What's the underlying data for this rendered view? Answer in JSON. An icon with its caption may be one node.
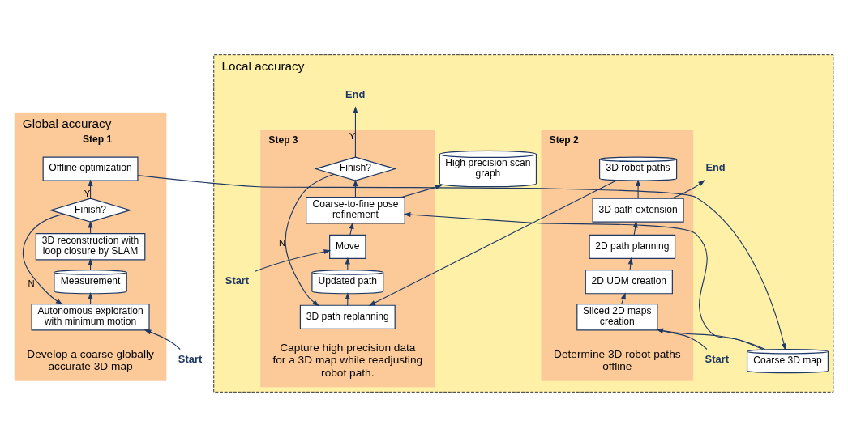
{
  "diagram": {
    "nodes": [
      {
        "text": [
          "Global accuracy",
          "Step 1"
        ],
        "beside": [
          "Develop a coarse globally accurate 3D map"
        ]
      },
      {
        "text": [
          "Offline optimization"
        ],
        "in": 0
      },
      {
        "text": [
          "Finish?"
        ],
        "in": 0
      },
      {
        "text": [
          "3D reconstruction with loop closure by SLAM"
        ],
        "in": 0
      },
      {
        "text": [
          "Measurement"
        ],
        "in": 0
      },
      {
        "text": [
          "Autonomous exploration with minimum motion"
        ],
        "in": 0
      },
      {
        "text": [
          "Start"
        ]
      },
      {
        "text": [
          "Local accuracy"
        ]
      },
      {
        "text": [
          "Coarse 3D map"
        ],
        "in": 7
      },
      {
        "text": [
          "High precision scan graph"
        ],
        "in": 7
      },
      {
        "text": [
          "End"
        ],
        "in": 7
      },
      {
        "text": [
          "Step 2"
        ],
        "in": 7,
        "beside": [
          "Determine 3D robot paths offline"
        ]
      },
      {
        "text": [
          "Start"
        ],
        "in": 7
      },
      {
        "text": [
          "Sliced 2D maps creation"
        ],
        "in": 11
      },
      {
        "text": [
          "2D UDM creation"
        ],
        "in": 11
      },
      {
        "text": [
          "2D path planning"
        ],
        "in": 11
      },
      {
        "text": [
          "3D path extension"
        ],
        "in": 11
      },
      {
        "text": [
          "3D robot paths"
        ],
        "in": 11
      },
      {
        "text": [
          "End"
        ],
        "in": 7
      },
      {
        "text": [
          "Step 3"
        ],
        "in": 7,
        "beside": [
          "Capture high precision data for a 3D map while readjusting robot path."
        ]
      },
      {
        "text": [
          "Coarse-to-fine pose refinement"
        ],
        "in": 19
      },
      {
        "text": [
          "Finish?"
        ],
        "in": 19
      },
      {
        "text": [
          "Start"
        ],
        "in": 7
      },
      {
        "text": [
          "Move"
        ],
        "in": 19
      },
      {
        "text": [
          "Updated path"
        ],
        "in": 19
      },
      {
        "text": [
          "3D path replanning"
        ],
        "in": 19
      }
    ],
    "edges": [
      {
        "from": 6,
        "to": 5,
        "arrow": "to"
      },
      {
        "from": 5,
        "to": 4,
        "arrow": "to"
      },
      {
        "from": 4,
        "to": 3,
        "arrow": "to"
      },
      {
        "from": 3,
        "to": 2,
        "arrow": "to"
      },
      {
        "from": 2,
        "to": 1,
        "arrow": "to",
        "label": "Y"
      },
      {
        "from": 2,
        "to": 5,
        "arrow": "to",
        "label": "N"
      },
      {
        "from": 1,
        "to": 8,
        "arrow": "to"
      },
      {
        "from": 8,
        "to": 13,
        "arrow": "to"
      },
      {
        "from": 8,
        "to": 20,
        "arrow": "to"
      },
      {
        "from": 12,
        "to": 13,
        "arrow": "to"
      },
      {
        "from": 13,
        "to": 14,
        "arrow": "to"
      },
      {
        "from": 14,
        "to": 15,
        "arrow": "to"
      },
      {
        "from": 15,
        "to": 16,
        "arrow": "to"
      },
      {
        "from": 16,
        "to": 17,
        "arrow": "to"
      },
      {
        "from": 16,
        "to": 18,
        "arrow": "to"
      },
      {
        "from": 17,
        "to": 25,
        "arrow": "to"
      },
      {
        "from": 25,
        "to": 24,
        "arrow": "to"
      },
      {
        "from": 24,
        "to": 23,
        "arrow": "to"
      },
      {
        "from": 22,
        "to": 23,
        "arrow": "to"
      },
      {
        "from": 23,
        "to": 20,
        "arrow": "to"
      },
      {
        "from": 20,
        "to": 9,
        "arrow": "to"
      },
      {
        "from": 20,
        "to": 21,
        "arrow": "to"
      },
      {
        "from": 21,
        "to": 10,
        "arrow": "to",
        "label": "Y"
      },
      {
        "from": 21,
        "to": 25,
        "arrow": "to",
        "label": "N"
      }
    ]
  }
}
